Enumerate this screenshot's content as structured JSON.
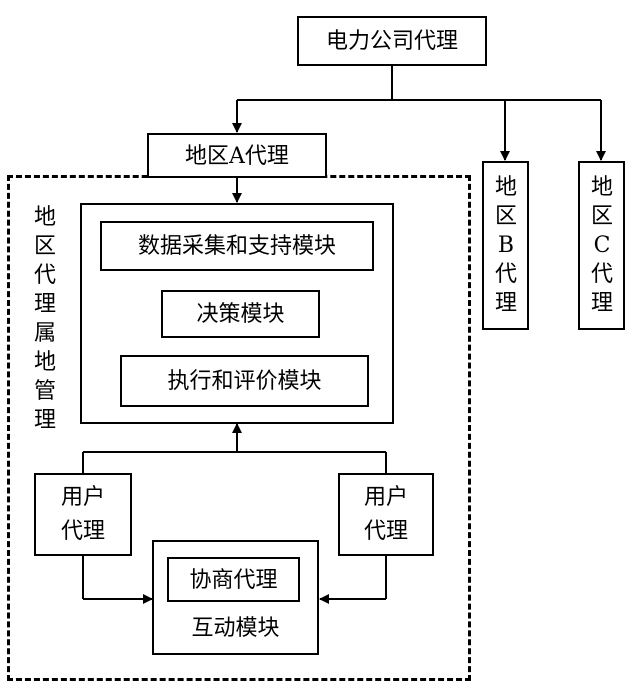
{
  "top_node": "电力公司代理",
  "region_a": "地区A代理",
  "region_b_chars": [
    "地",
    "区",
    "B",
    "代",
    "理"
  ],
  "region_c_chars": [
    "地",
    "区",
    "C",
    "代",
    "理"
  ],
  "territory_label_chars": [
    "地",
    "区",
    "代",
    "理",
    "属",
    "地",
    "管",
    "理"
  ],
  "modules": {
    "data_collection": "数据采集和支持模块",
    "decision": "决策模块",
    "execution": "执行和评价模块"
  },
  "user_agent_left": {
    "line1": "用户",
    "line2": "代理"
  },
  "user_agent_right": {
    "line1": "用户",
    "line2": "代理"
  },
  "negotiation": "协商代理",
  "interaction_module": "互动模块"
}
